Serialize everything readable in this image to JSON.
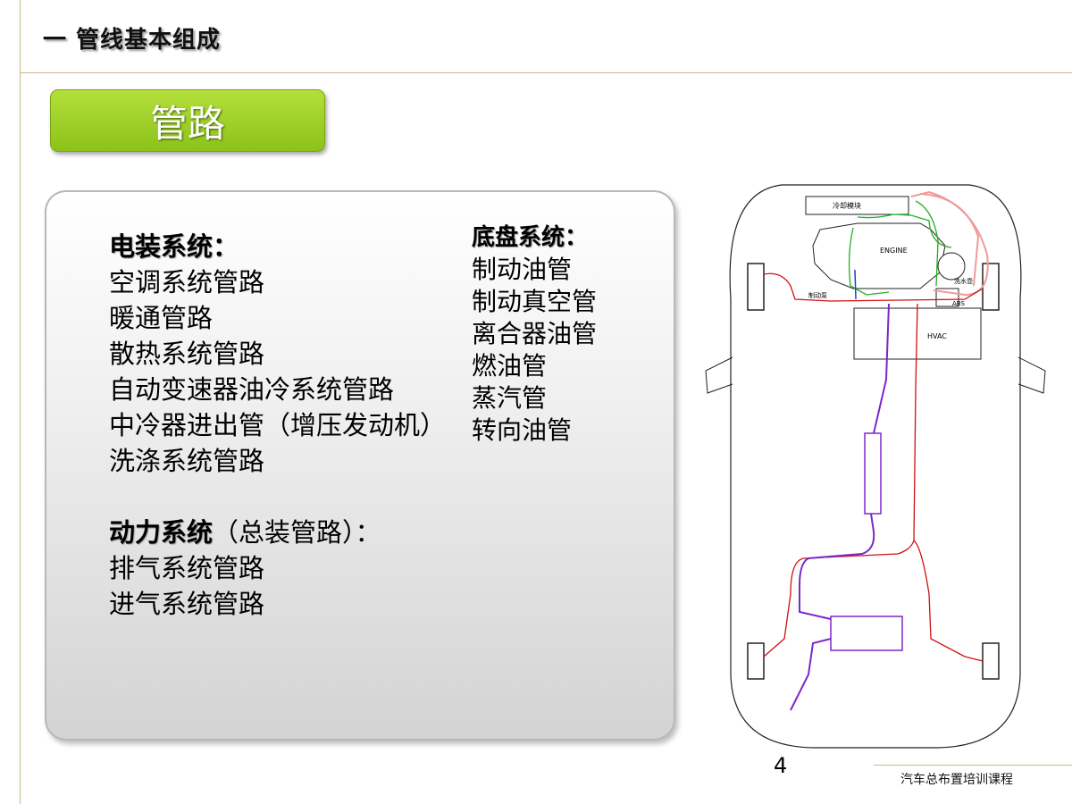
{
  "header": {
    "title": "一  管线基本组成"
  },
  "badge": {
    "label": "管路"
  },
  "left_column": {
    "electrical_heading": "电装系统：",
    "electrical_items": [
      "空调系统管路",
      "暖通管路",
      "散热系统管路",
      "自动变速器油冷系统管路",
      "中冷器进出管（增压发动机）",
      "洗涤系统管路"
    ],
    "power_heading": "动力系统",
    "power_note": "（总装管路）：",
    "power_items": [
      "排气系统管路",
      "进气系统管路"
    ]
  },
  "right_column": {
    "chassis_heading": "底盘系统：",
    "chassis_items": [
      "制动油管",
      "制动真空管",
      "离合器油管",
      "燃油管",
      "蒸汽管",
      "转向油管"
    ]
  },
  "diagram": {
    "labels": {
      "radiator": "冷却模块",
      "engine": "ENGINE",
      "brake": "制动泵",
      "washer": "洗水壶",
      "abs": "ABS",
      "hvac": "HVAC"
    },
    "colors": {
      "brake_line": "#d01010",
      "coolant_line": "#22b022",
      "ac_line": "#ef9a9a",
      "exhaust": "#7a28c8",
      "blue_line": "#1f3fd0"
    }
  },
  "footer": {
    "page_number": "4",
    "course": "汽车总布置培训课程"
  }
}
